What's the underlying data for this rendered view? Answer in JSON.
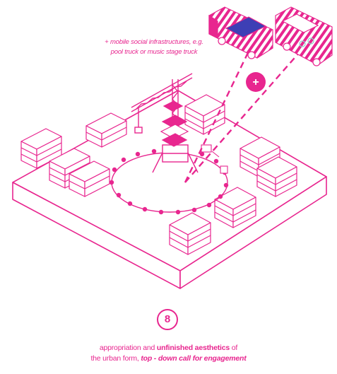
{
  "annotation": {
    "line1": "+ mobile social infrastructures, e.g.",
    "line2": "pool truck or music stage truck"
  },
  "plus_badge": "+",
  "step_number": "8",
  "caption": {
    "line1_a": "appropriation and ",
    "line1_b": "unfinished aesthetics",
    "line1_c": " of",
    "line2_a": "the urban form, ",
    "line2_b": "top - down call for engagement"
  },
  "colors": {
    "accent": "#e8268f",
    "background": "#ffffff"
  },
  "icons": [
    "pool-truck-icon",
    "music-stage-truck-icon",
    "crane-icon",
    "plus-icon"
  ]
}
